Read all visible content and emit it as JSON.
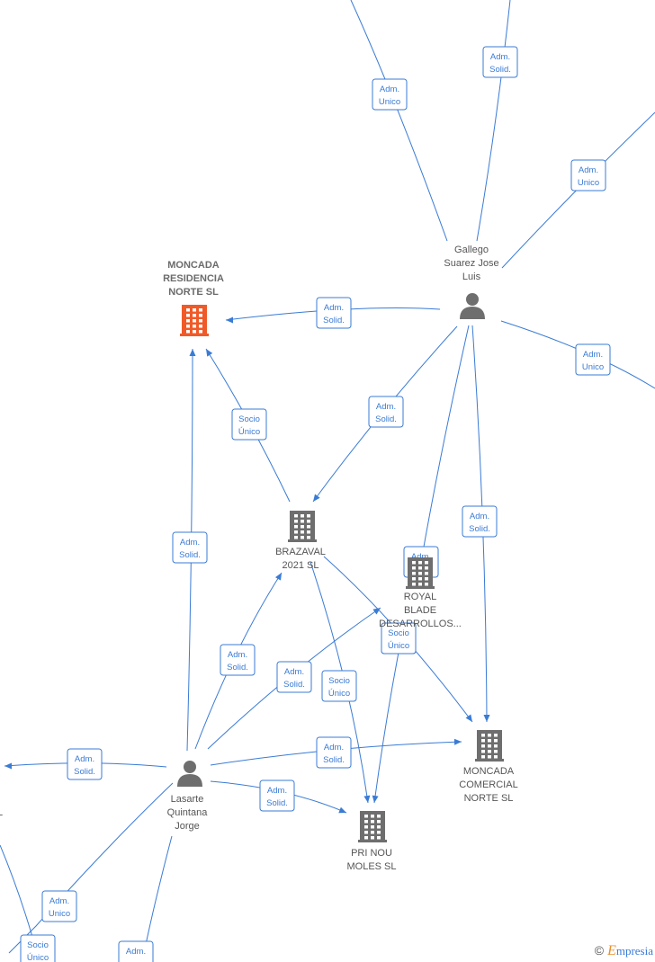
{
  "colors": {
    "edge": "#3a7bd5",
    "company": "#6e6e6e",
    "highlight_company": "#f05a28",
    "person": "#6e6e6e"
  },
  "nodes": [
    {
      "id": "moncada-residencia",
      "type": "company",
      "highlight": true,
      "label_lines": [
        "MONCADA",
        "RESIDENCIA",
        "NORTE  SL"
      ]
    },
    {
      "id": "gallego",
      "type": "person",
      "label_lines": [
        "Gallego",
        "Suarez Jose",
        "Luis"
      ]
    },
    {
      "id": "brazaval",
      "type": "company",
      "label_lines": [
        "BRAZAVAL",
        "2021  SL"
      ]
    },
    {
      "id": "royal-blade",
      "type": "company",
      "label_lines": [
        "ROYAL",
        "BLADE",
        "DESARROLLOS..."
      ]
    },
    {
      "id": "moncada-comercial",
      "type": "company",
      "label_lines": [
        "MONCADA",
        "COMERCIAL",
        "NORTE  SL"
      ]
    },
    {
      "id": "lasarte",
      "type": "person",
      "label_lines": [
        "Lasarte",
        "Quintana",
        "Jorge"
      ]
    },
    {
      "id": "pri-nou",
      "type": "company",
      "label_lines": [
        "PRI NOU",
        "MOLES  SL"
      ]
    },
    {
      "id": "left-edge-node",
      "type": "company",
      "label_lines": [
        "L"
      ]
    }
  ],
  "edges": [
    {
      "id": "e1",
      "label": [
        "Adm.",
        "Unico"
      ]
    },
    {
      "id": "e2",
      "label": [
        "Adm.",
        "Solid."
      ]
    },
    {
      "id": "e3",
      "label": [
        "Adm.",
        "Unico"
      ]
    },
    {
      "id": "e4",
      "label": [
        "Adm.",
        "Solid."
      ]
    },
    {
      "id": "e5",
      "label": [
        "Adm.",
        "Unico"
      ]
    },
    {
      "id": "e6",
      "label": [
        "Adm.",
        "Solid."
      ]
    },
    {
      "id": "e7",
      "label": [
        "Adm.",
        "Solid."
      ]
    },
    {
      "id": "e8",
      "label": [
        "Adm.",
        "Solid."
      ]
    },
    {
      "id": "e9",
      "label": [
        "Socio",
        "Único"
      ]
    },
    {
      "id": "e10",
      "label": [
        "Adm.",
        "Solid."
      ]
    },
    {
      "id": "e11",
      "label": [
        "Adm.",
        "Solid."
      ]
    },
    {
      "id": "e12",
      "label": [
        "Adm.",
        "Solid."
      ]
    },
    {
      "id": "e13",
      "label": [
        "Socio",
        "Único"
      ]
    },
    {
      "id": "e14",
      "label": [
        "Socio",
        "Único"
      ]
    },
    {
      "id": "e15",
      "label": [
        "Adm.",
        "Solid."
      ]
    },
    {
      "id": "e16",
      "label": [
        "Adm.",
        "Solid."
      ]
    },
    {
      "id": "e17",
      "label": [
        "Adm.",
        "Solid."
      ]
    },
    {
      "id": "e18",
      "label": [
        "Adm.",
        "Unico"
      ]
    },
    {
      "id": "e19",
      "label": [
        "Socio",
        "Único"
      ]
    },
    {
      "id": "e20",
      "label": [
        "Adm.",
        ""
      ]
    }
  ],
  "brand": {
    "copyright": "©",
    "initial": "E",
    "rest": "mpresia"
  }
}
